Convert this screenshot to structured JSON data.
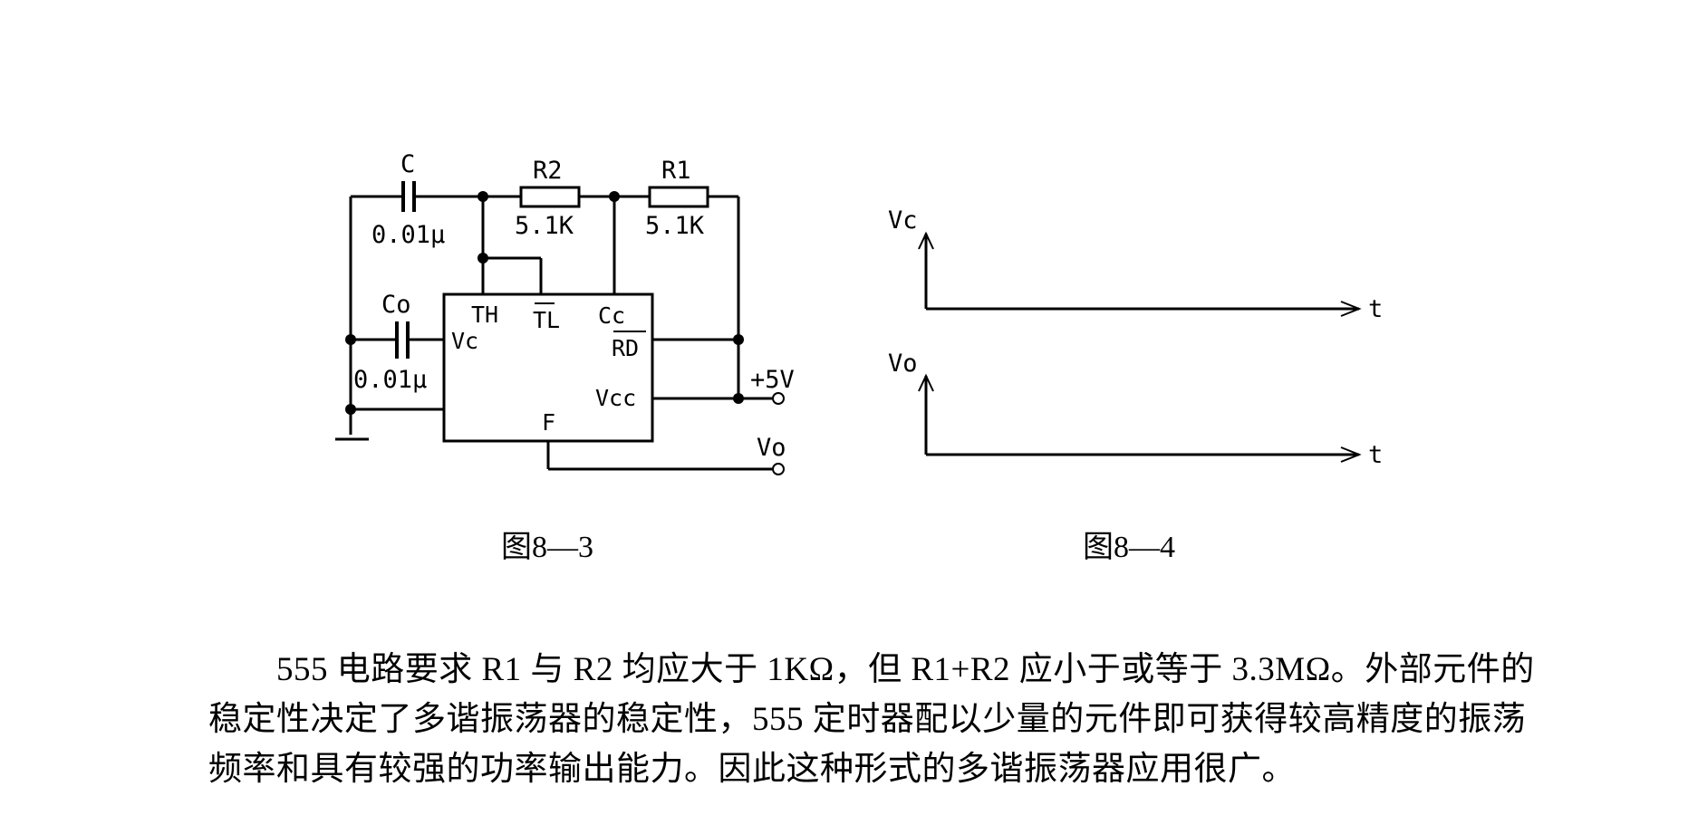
{
  "figure_8_3": {
    "caption": "图8—3",
    "c_label": "C",
    "c_value": "0.01μ",
    "r2_label": "R2",
    "r2_value": "5.1K",
    "r1_label": "R1",
    "r1_value": "5.1K",
    "co_label": "Co",
    "co_value": "0.01μ",
    "pin_th": "TH",
    "pin_tl": "TL",
    "pin_cc": "Cc",
    "pin_rd": "RD",
    "pin_vc": "Vc",
    "pin_vcc": "Vcc",
    "pin_f": "F",
    "supply": "+5V",
    "output": "Vo"
  },
  "figure_8_4": {
    "caption": "图8—4",
    "vc_axis": "Vc",
    "vo_axis": "Vo",
    "t_axis_1": "t",
    "t_axis_2": "t"
  },
  "paragraph": {
    "text": "555 电路要求 R1 与 R2 均应大于 1KΩ，但 R1+R2 应小于或等于 3.3MΩ。外部元件的稳定性决定了多谐振荡器的稳定性，555 定时器配以少量的元件即可获得较高精度的振荡频率和具有较强的功率输出能力。因此这种形式的多谐振荡器应用很广。"
  }
}
